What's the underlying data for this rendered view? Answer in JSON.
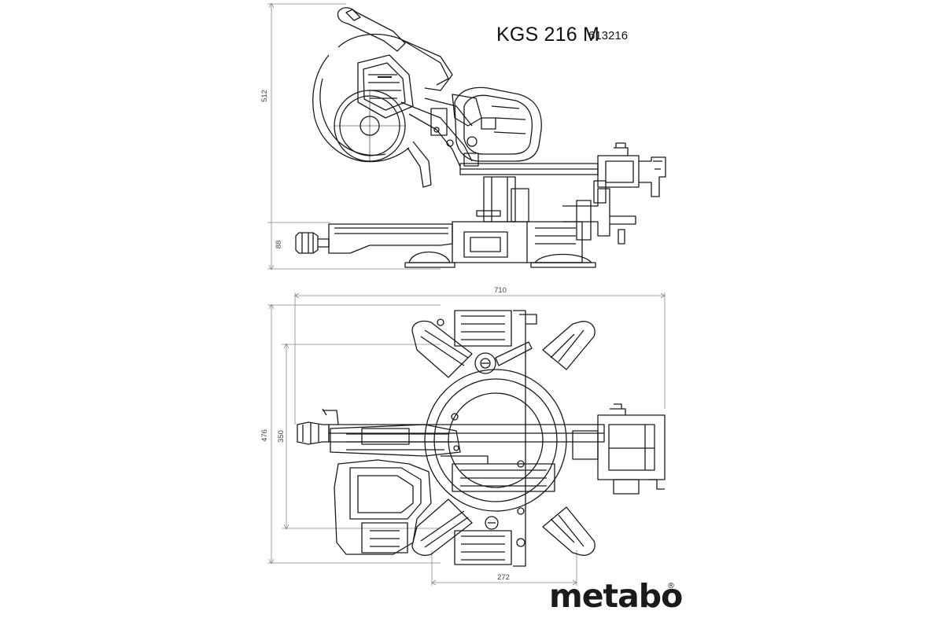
{
  "header": {
    "model": "KGS 216 M",
    "code": "613216"
  },
  "dimensions": {
    "side_height": "512",
    "side_base": "88",
    "top_width": "710",
    "top_depth": "476",
    "top_inner_depth": "350",
    "top_inner_width": "272"
  },
  "logo": {
    "text": "metabo",
    "mark": "®"
  },
  "colors": {
    "line": "#1a1a1a",
    "dimension_line": "#777777"
  }
}
